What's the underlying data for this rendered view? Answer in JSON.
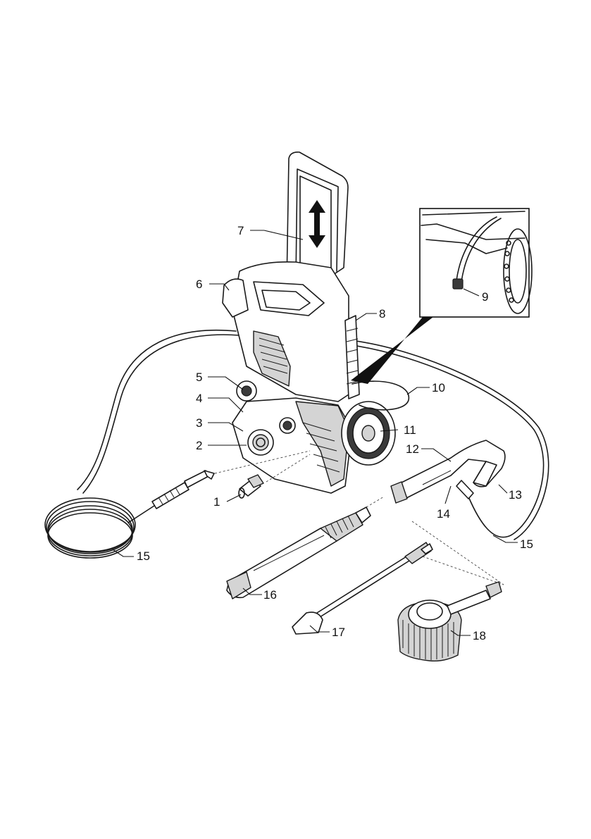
{
  "labels": {
    "l1": "1",
    "l2": "2",
    "l3": "3",
    "l4": "4",
    "l5": "5",
    "l6": "6",
    "l7": "7",
    "l8": "8",
    "l9": "9",
    "l10": "10",
    "l11": "11",
    "l12": "12",
    "l13": "13",
    "l14": "14",
    "l15a": "15",
    "l15b": "15",
    "l16": "16",
    "l17": "17",
    "l18": "18"
  },
  "colors": {
    "line": "#1a1a1a",
    "shade": "#d4d4d4",
    "dark": "#3a3a3a",
    "background": "#ffffff"
  },
  "icons": {
    "adjust_arrow": "double-arrow-vertical"
  }
}
